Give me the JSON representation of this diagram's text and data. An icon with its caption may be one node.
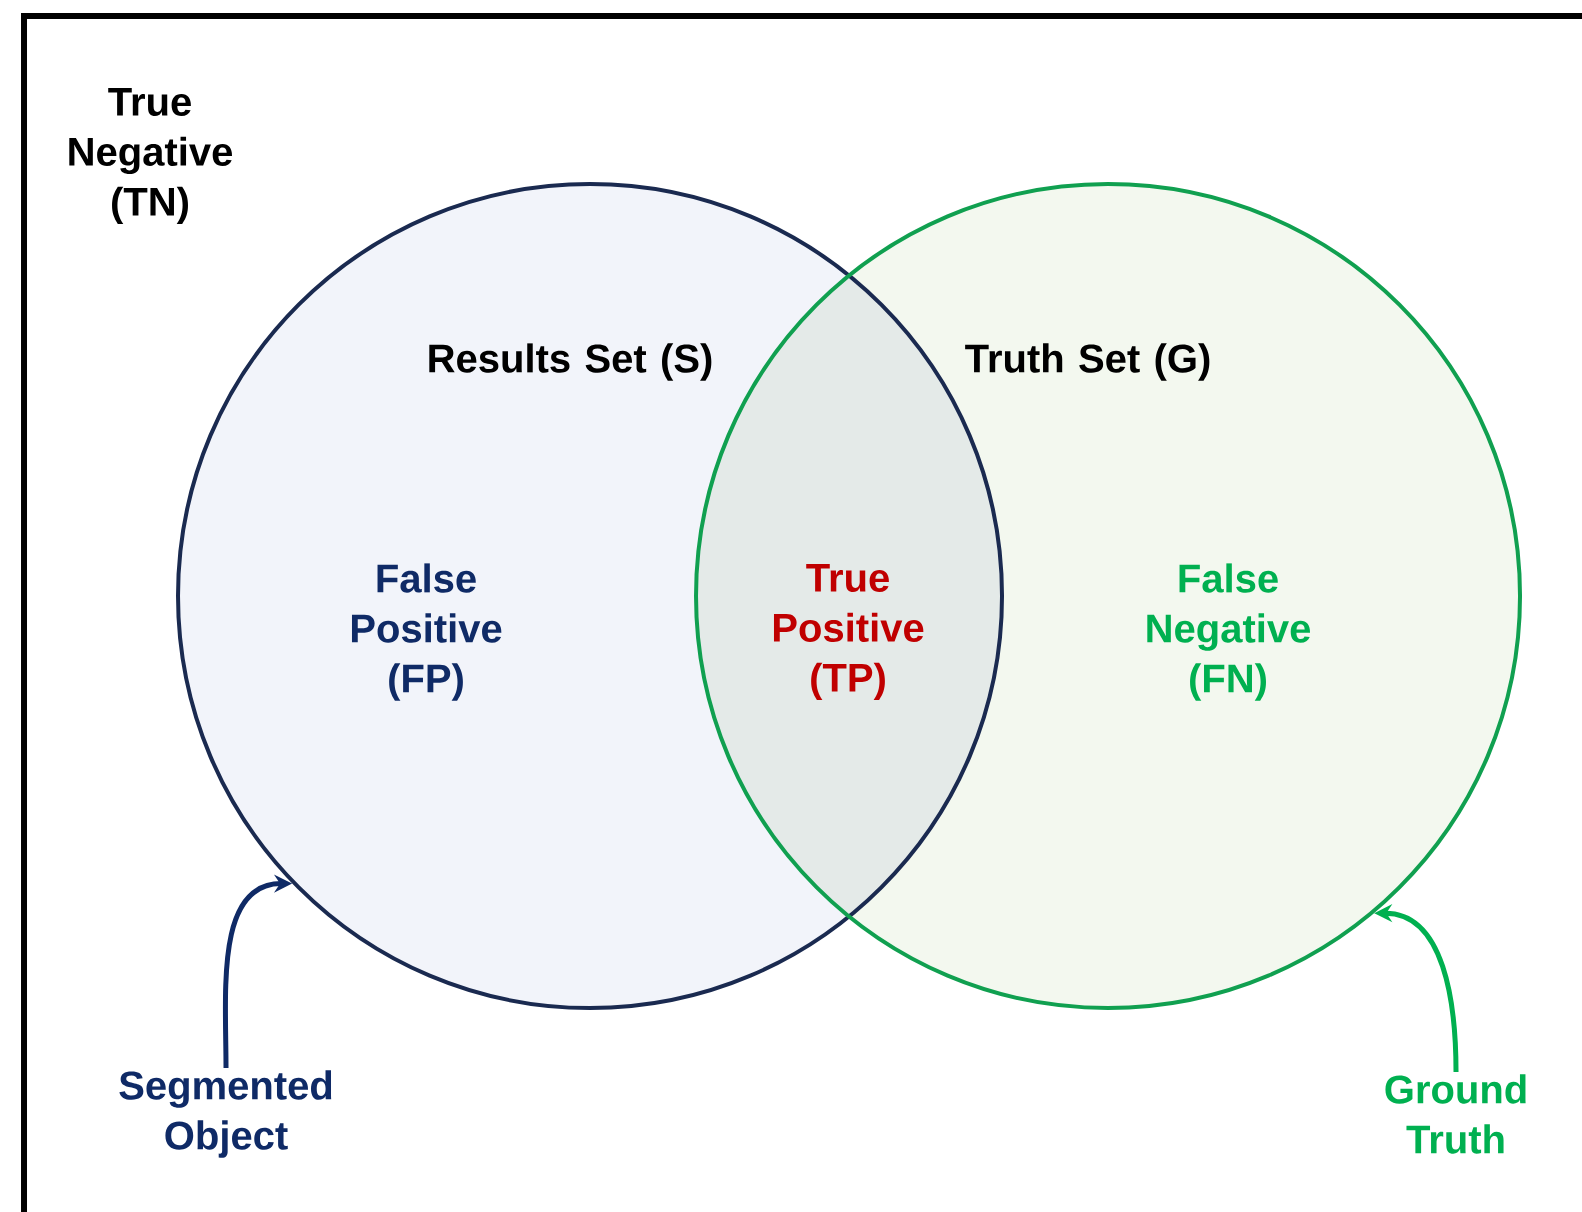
{
  "diagram": {
    "nodes": [
      {
        "text": [
          "Results Set (S)",
          "False Positive (FP)"
        ]
      },
      {
        "text": [
          "Truth Set (G)",
          "False Negative (FN)"
        ]
      },
      {
        "text": [
          "Segmented Object"
        ]
      },
      {
        "text": [
          "Ground Truth"
        ]
      }
    ],
    "edges": [
      {
        "from": 2,
        "to": 0,
        "arrow": "to",
        "color": "#0f2a66"
      },
      {
        "from": 3,
        "to": 1,
        "arrow": "to",
        "color": "#00b050"
      }
    ],
    "labels": [
      "True Negative (TN)",
      "True Positive (TP)"
    ]
  }
}
